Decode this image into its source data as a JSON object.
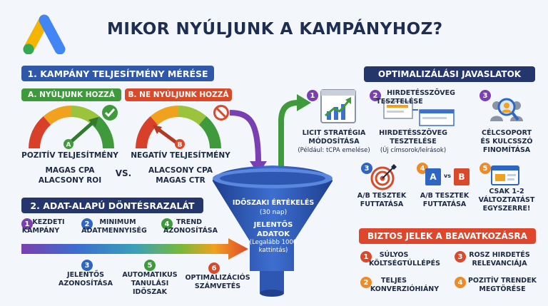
{
  "header": {
    "title": "MIKOR NYÚLJUNK A KAMPÁNYHOZ?"
  },
  "section1": {
    "title": "1. KAMPÁNY TELJESÍTMÉNY MÉRÉSE",
    "a": {
      "label": "A. NYÚLJUNK HOZZÁ",
      "gauge_letter": "A",
      "line1": "POZITÍV TELJESÍTMÉNY",
      "line2": "MAGAS CPA",
      "line3": "ALACSONY ROI"
    },
    "b": {
      "label": "B. NE NYÚLJUNK HOZZÁ",
      "gauge_letter": "B",
      "line1": "NEGATÍV TELJESÍTMÉNY",
      "line2": "ALACSONY CPA",
      "line3": "MAGAS CTR"
    },
    "vs": "VS."
  },
  "funnel": {
    "line1": "IDŐSZAKI ÉRTÉKELÉS",
    "line2": "(30 nap)",
    "line3": "JELENTŐS",
    "line4": "ADATOK",
    "line5": "(Legalább 1000",
    "line6": "kattintás)"
  },
  "section2": {
    "title": "2. ADAT-ALAPÚ DÖNTÉSRAZALÁT",
    "steps": [
      {
        "n": "1",
        "l1": "KEZDETI",
        "l2": "KAMPÁNY"
      },
      {
        "n": "2",
        "l1": "MINIMUM",
        "l2": "ADATMENNYISÉG"
      },
      {
        "n": "4",
        "l1": "TREND",
        "l2": "AZONOSÍTÁSA"
      },
      {
        "n": "3",
        "l1": "JELENTŐS",
        "l2": "AZONOSÍTÁSA"
      },
      {
        "n": "5",
        "l1": "AUTOMATIKUS",
        "l2": "TANULÁSI",
        "l3": "IDŐSZAK"
      },
      {
        "n": "6",
        "l1": "OPTIMALIZÁCIÓS",
        "l2": "SZÁMVETÉS"
      }
    ]
  },
  "optim": {
    "title": "OPTIMALIZÁLÁSI JAVASLATOK",
    "items": [
      {
        "n": "1",
        "l1": "LICIT STRATÉGIA",
        "l2": "MÓDOSÍTÁSA",
        "l3": "(Például: tCPA emelése)"
      },
      {
        "n": "2",
        "top1": "HIRDETÉSSZÖVEG",
        "top2": "TESZTELÉSE",
        "l1": "HIRDETÉSSZÖVEG",
        "l2": "TESZTELÉSE",
        "l3": "(Új címsorok/leírások)"
      },
      {
        "n": "3",
        "l1": "CÉLCSOPORT",
        "l2": "ÉS KULCSSZÓ",
        "l3": "FINOMÍTÁSA"
      },
      {
        "n": "3",
        "l1": "A/B TESZTEK",
        "l2": "FUTTATÁSA"
      },
      {
        "n": "4",
        "l1": "A/B TESZTEK",
        "l2": "FUTTATÁSA",
        "a": "A",
        "vs": "vs",
        "b": "B"
      },
      {
        "n": "5",
        "l1": "CSAK 1-2",
        "l2": "VÁLTOZTATÁST",
        "l3": "EGYSZERRE!"
      }
    ]
  },
  "signs": {
    "title": "BIZTOS JELEK A BEAVATKOZÁSRA",
    "items": [
      {
        "n": "1",
        "l1": "SÚLYOS",
        "l2": "KÖLTSÉGTÚLLÉPÉS"
      },
      {
        "n": "3",
        "l1": "ROSZ HIRDETÉS",
        "l2": "RELEVANCIÁJA"
      },
      {
        "n": "2",
        "l1": "TELJES",
        "l2": "KONVERZIÓHIÁNY"
      },
      {
        "n": "4",
        "l1": "POZITÍV TRENDEK",
        "l2": "MEGTÖRÉSE"
      }
    ]
  },
  "colors": {
    "navy": "#24366b",
    "green": "#3e9a3a",
    "red": "#d94a2a",
    "purple": "#7a3fb0",
    "blue": "#2f66c4",
    "orange": "#f08a24"
  }
}
